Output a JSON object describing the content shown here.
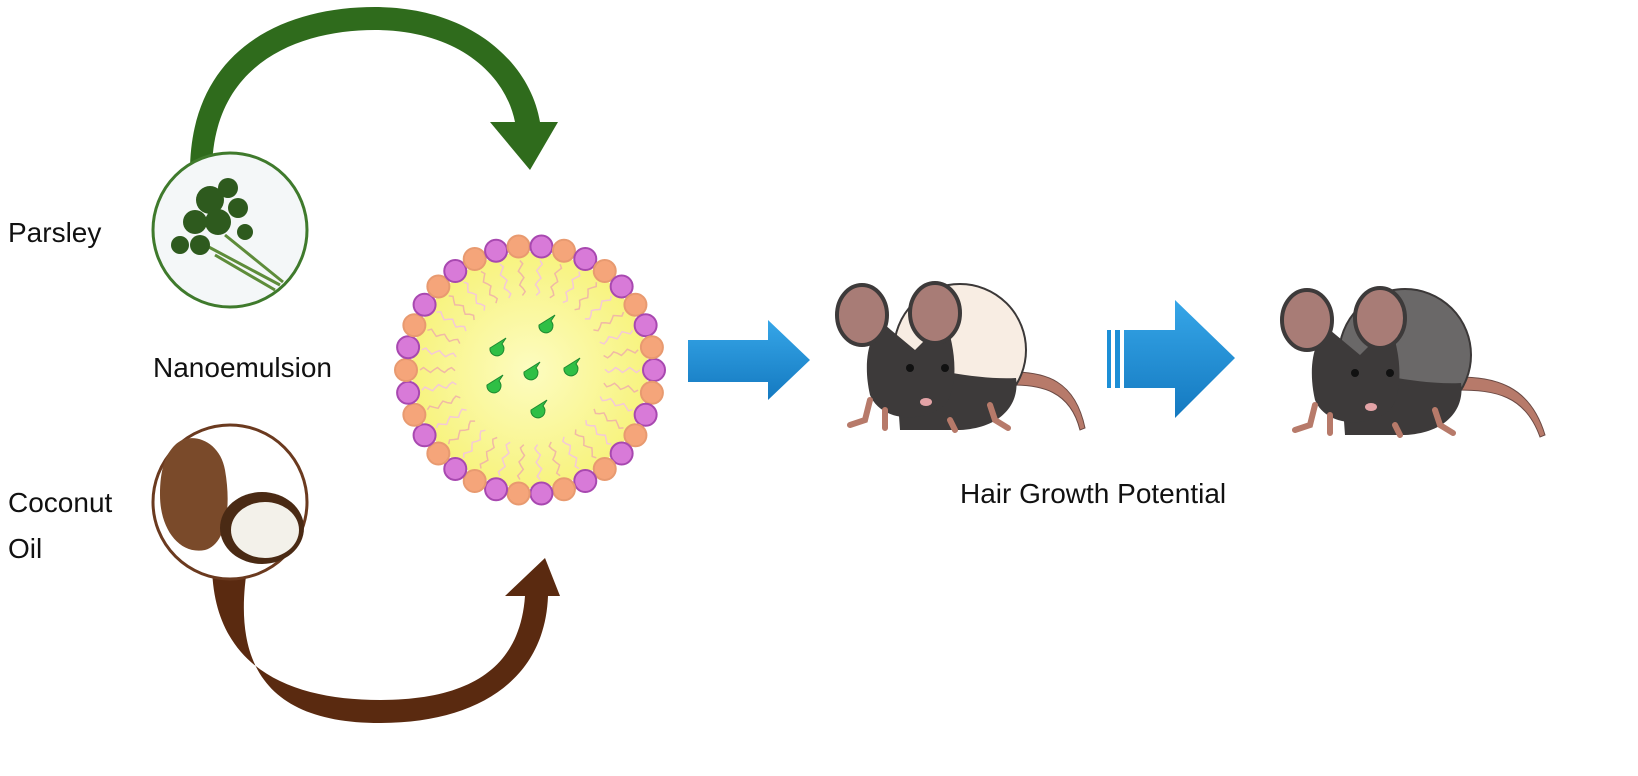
{
  "labels": {
    "parsley": "Parsley",
    "nanoemulsion": "Nanoemulsion",
    "coconut_line1": "Coconut",
    "coconut_line2": "Oil",
    "hair_growth": "Hair Growth Potential"
  },
  "colors": {
    "green_arrow": "#2f6b1c",
    "brown_arrow": "#5a2a10",
    "blue_arrow": "#1d8fd6",
    "bead_pink": "#d87ad8",
    "bead_orange": "#f5a57a",
    "core_yellow": "#fbfaa8",
    "droplet_green": "#2fbf45"
  }
}
